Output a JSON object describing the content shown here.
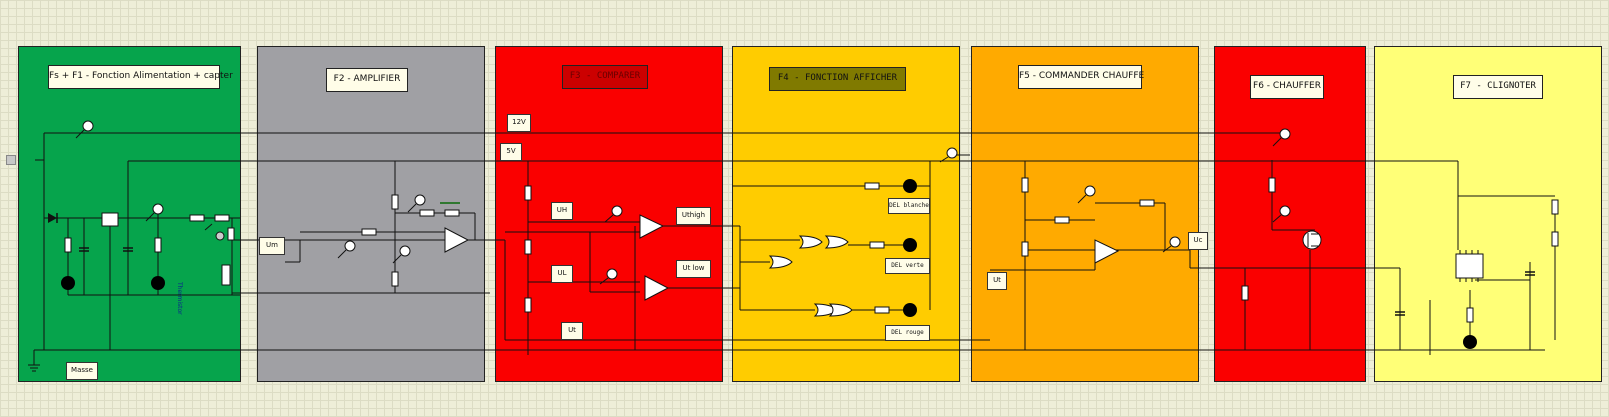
{
  "panels": [
    {
      "id": "f1",
      "title": "Fs + F1 - Fonction Alimentation + capter",
      "color": "#06a44c"
    },
    {
      "id": "f2",
      "title": "F2 - AMPLIFIER",
      "color": "#a0a0a4"
    },
    {
      "id": "f3",
      "title": "F3 - COMPARER",
      "color": "#fa0000"
    },
    {
      "id": "f4",
      "title": "F4 - FONCTION AFFICHER",
      "color": "#ffcc00"
    },
    {
      "id": "f5",
      "title": "F5 - COMMANDER CHAUFFE",
      "color": "#ffaa00"
    },
    {
      "id": "f6",
      "title": "F6 - CHAUFFER",
      "color": "#fa0000"
    },
    {
      "id": "f7",
      "title": "F7 - CLIGNOTER",
      "color": "#ffff77"
    }
  ],
  "labels": {
    "masse": "Masse",
    "um": "Um",
    "v12": "12V",
    "v5": "5V",
    "uh": "UH",
    "ul": "UL",
    "ut": "Ut",
    "uthigh": "Uthigh",
    "utlow": "Ut low",
    "led_blanc": "DEL blanche",
    "led_verte": "DEL verte",
    "led_rouge": "DEL rouge",
    "ut2": "Ut",
    "uc": "Uc",
    "thermistor": "Thermistor"
  },
  "colors": {
    "wire": "#111111",
    "component_text": "#7a1010",
    "title_bg": "#fffde8"
  }
}
